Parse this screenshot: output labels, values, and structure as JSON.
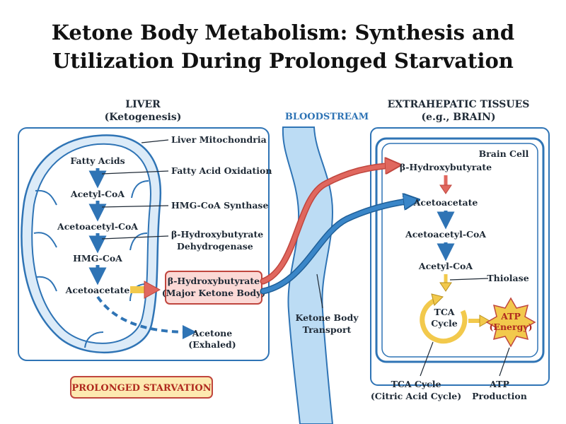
{
  "title_line1": "Ketone Body Metabolism: Synthesis and",
  "title_line2": "Utilization During Prolonged Starvation",
  "liver": {
    "heading": "LIVER",
    "subheading": "(Ketogenesis)",
    "mitochondria_label": "Liver Mitochondria",
    "pathway": [
      "Fatty Acids",
      "Acetyl-CoA",
      "Acetoacetyl-CoA",
      "HMG-CoA",
      "Acetoacetate"
    ],
    "enzymes": [
      "Fatty Acid Oxidation",
      "HMG-CoA Synthase",
      "β-Hydroxybutyrate",
      "Dehydrogenase"
    ],
    "product_line1": "β-Hydroxybutyrate",
    "product_line2": "(Major Ketone Body)",
    "acetone_line1": "Acetone",
    "acetone_line2": "(Exhaled)"
  },
  "bloodstream": {
    "heading": "BLOODSTREAM",
    "transport_line1": "Ketone Body",
    "transport_line2": "Transport"
  },
  "tissues": {
    "heading": "EXTRAHEPATIC TISSUES",
    "subheading": "(e.g., BRAIN)",
    "cell_label": "Brain Cell",
    "pathway": [
      "β-Hydroxybutyrate",
      "Acetoacetate",
      "Acetoacetyl-CoA",
      "Acetyl-CoA"
    ],
    "thiolase": "Thiolase",
    "tca_line1": "TCA",
    "tca_line2": "Cycle",
    "atp_line1": "ATP",
    "atp_line2": "(Energy)",
    "tca_caption_line1": "TCA Cycle",
    "tca_caption_line2": "(Citric Acid Cycle)",
    "atp_caption_line1": "ATP",
    "atp_caption_line2": "Production"
  },
  "condition": "PROLONGED STARVATION",
  "colors": {
    "blue": "#2f74b5",
    "light_blue": "#dcebf8",
    "red": "#e0675e",
    "yellow": "#f2c94c"
  }
}
